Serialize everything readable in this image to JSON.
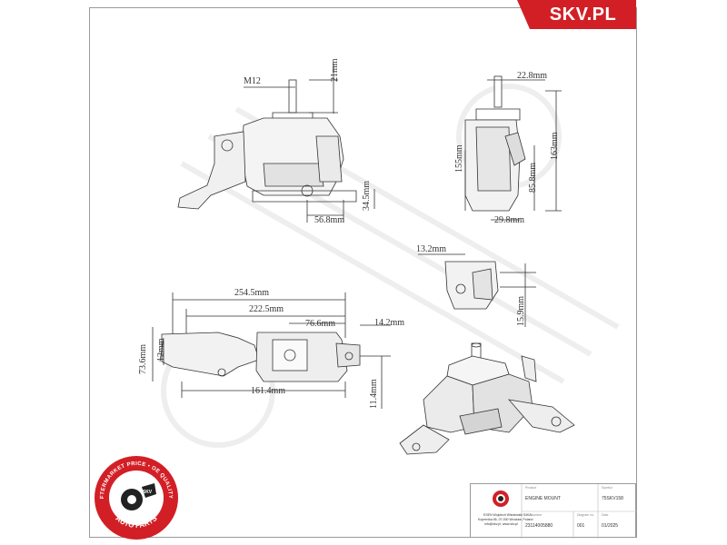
{
  "brand": {
    "label": "SKV.PL",
    "color": "#d21f26"
  },
  "dimensions": {
    "m12": "M12",
    "d21": "21mm",
    "d56_8": "56.8mm",
    "d34_5": "34.5mm",
    "d22_8": "22.8mm",
    "d155": "155mm",
    "d163": "163mm",
    "d85_8": "85.8mm",
    "d29_8": "29.8mm",
    "d13_2": "13.2mm",
    "d15_9": "15.9mm",
    "d254_5": "254.5mm",
    "d222_5": "222.5mm",
    "d76_6": "76.6mm",
    "d14_2": "14.2mm",
    "d73_6": "73.6mm",
    "d12": "12mm",
    "d161_4": "161.4mm",
    "d11_4": "11.4mm"
  },
  "title_block": {
    "address_lines": [
      "ESEN Wojciech Wisniewski S.K.A.",
      "Kopernika 65, 07-000 Wroclaw, Poland",
      "info@skv.pl, www.skv.pl"
    ],
    "product_label": "Product",
    "product_value": "ENGINE MOUNT",
    "symbol_label": "Symbol",
    "symbol_value": "75SKV158",
    "oe_label": "OE Number",
    "oe_value": "23114005880",
    "diagram_label": "Diagram no.",
    "diagram_value": "001",
    "date_label": "Date",
    "date_value": "01/2025"
  },
  "seal": {
    "outer_text": "AFTERMARKET PRICE • OE QUALITY •",
    "bottom_text": "AUTO PARTS",
    "center_text": "SKV"
  }
}
